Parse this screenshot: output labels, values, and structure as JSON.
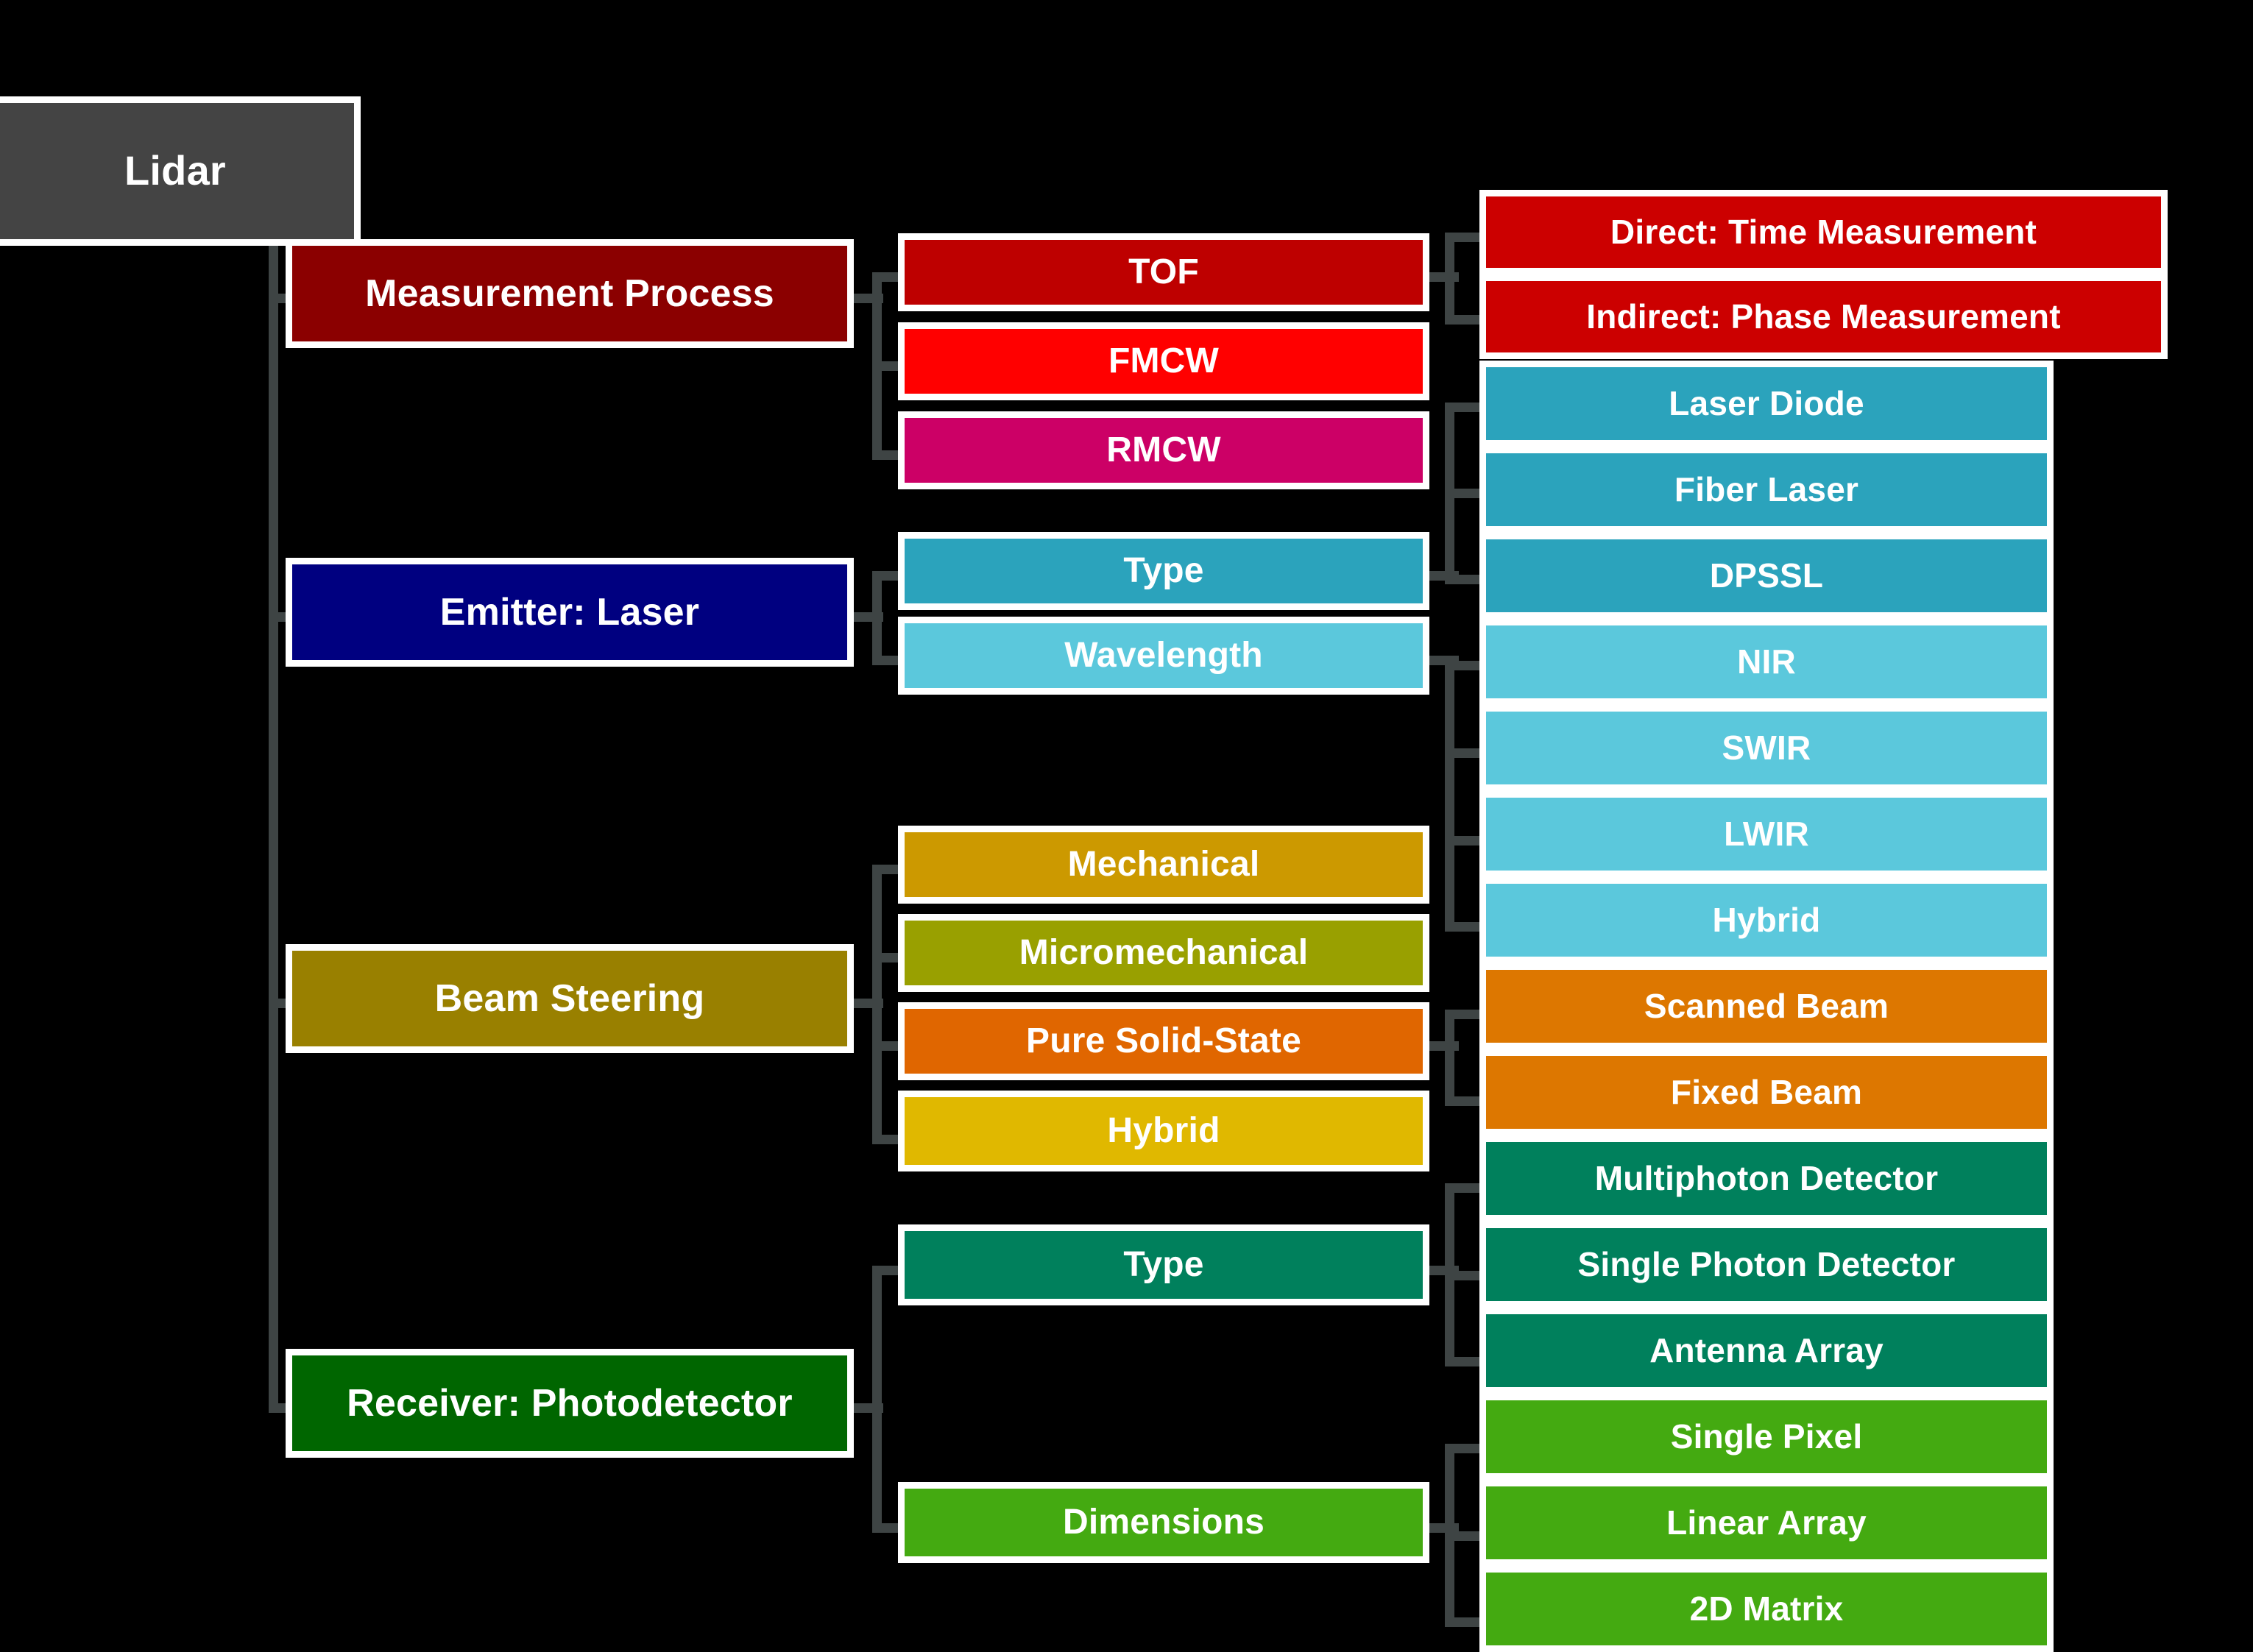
{
  "diagram": {
    "title": "Lidar",
    "root": {
      "label": "Lidar",
      "color": "#444444"
    },
    "branches": [
      {
        "label": "Measurement Process",
        "color": "#8b0000",
        "children": [
          {
            "label": "TOF",
            "color": "#be0000",
            "children": [
              {
                "label": "Direct: Time Measurement",
                "color": "#cc0000"
              },
              {
                "label": "Indirect: Phase Measurement",
                "color": "#cc0000"
              }
            ]
          },
          {
            "label": "FMCW",
            "color": "#ff0000",
            "children": []
          },
          {
            "label": "RMCW",
            "color": "#cc0066",
            "children": []
          }
        ]
      },
      {
        "label": "Emitter: Laser",
        "color": "#000080",
        "children": [
          {
            "label": "Type",
            "color": "#2ba3bc",
            "children": [
              {
                "label": "Laser Diode",
                "color": "#2ba3bc"
              },
              {
                "label": "Fiber Laser",
                "color": "#2ba3bc"
              },
              {
                "label": "DPSSL",
                "color": "#2ba3bc"
              }
            ]
          },
          {
            "label": "Wavelength",
            "color": "#5bc8dc",
            "children": [
              {
                "label": "NIR",
                "color": "#5bc8dc"
              },
              {
                "label": "SWIR",
                "color": "#5bc8dc"
              },
              {
                "label": "LWIR",
                "color": "#5bc8dc"
              },
              {
                "label": "Hybrid",
                "color": "#5bc8dc"
              }
            ]
          }
        ]
      },
      {
        "label": "Beam Steering",
        "color": "#998000",
        "children": [
          {
            "label": "Mechanical",
            "color": "#cc9900",
            "children": []
          },
          {
            "label": "Micromechanical",
            "color": "#99a000",
            "children": []
          },
          {
            "label": "Pure Solid-State",
            "color": "#e06600",
            "children": [
              {
                "label": "Scanned Beam",
                "color": "#dd7700"
              },
              {
                "label": "Fixed Beam",
                "color": "#dd7700"
              }
            ]
          },
          {
            "label": "Hybrid",
            "color": "#e0b800",
            "children": []
          }
        ]
      },
      {
        "label": "Receiver: Photodetector",
        "color": "#006600",
        "children": [
          {
            "label": "Type",
            "color": "#00805c",
            "children": [
              {
                "label": "Multiphoton Detector",
                "color": "#00805c"
              },
              {
                "label": "Single Photon Detector",
                "color": "#00805c"
              },
              {
                "label": "Antenna Array",
                "color": "#00805c"
              }
            ]
          },
          {
            "label": "Dimensions",
            "color": "#44aa11",
            "children": [
              {
                "label": "Single Pixel",
                "color": "#44aa11"
              },
              {
                "label": "Linear Array",
                "color": "#44aa11"
              },
              {
                "label": "2D Matrix",
                "color": "#44aa11"
              }
            ]
          }
        ]
      }
    ],
    "palette": {
      "background": "#000000",
      "connector": "#3e4444",
      "box_border": "#ffffff",
      "text": "#ffffff"
    }
  }
}
